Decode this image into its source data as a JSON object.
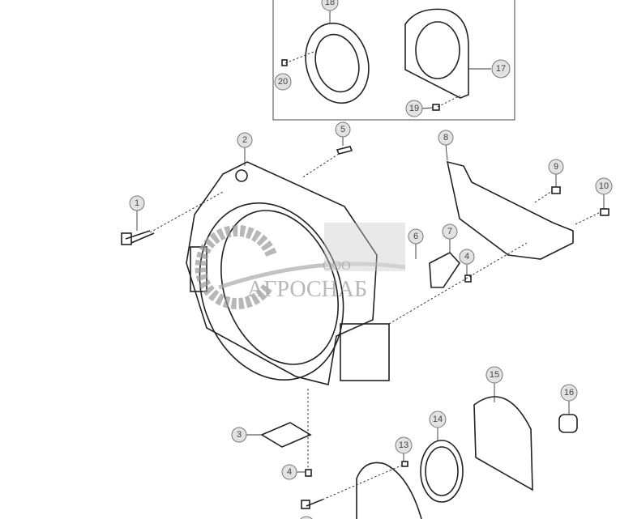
{
  "callouts": [
    {
      "id": "c18",
      "label": "18"
    },
    {
      "id": "c20",
      "label": "20"
    },
    {
      "id": "c17",
      "label": "17"
    },
    {
      "id": "c19",
      "label": "19"
    },
    {
      "id": "c2",
      "label": "2"
    },
    {
      "id": "c5",
      "label": "5"
    },
    {
      "id": "c8",
      "label": "8"
    },
    {
      "id": "c9",
      "label": "9"
    },
    {
      "id": "c10",
      "label": "10"
    },
    {
      "id": "c1",
      "label": "1"
    },
    {
      "id": "c6",
      "label": "6"
    },
    {
      "id": "c7",
      "label": "7"
    },
    {
      "id": "c4a",
      "label": "4"
    },
    {
      "id": "c3",
      "label": "3"
    },
    {
      "id": "c4b",
      "label": "4"
    },
    {
      "id": "c15",
      "label": "15"
    },
    {
      "id": "c16",
      "label": "16"
    },
    {
      "id": "c14",
      "label": "14"
    },
    {
      "id": "c13",
      "label": "13"
    }
  ],
  "watermark": {
    "company_prefix": "ООО",
    "company_name": "АГРОСНАБ"
  },
  "colors": {
    "callout_fill": "#e2e2e2",
    "line": "#222222",
    "watermark": "#8a8a8a"
  }
}
